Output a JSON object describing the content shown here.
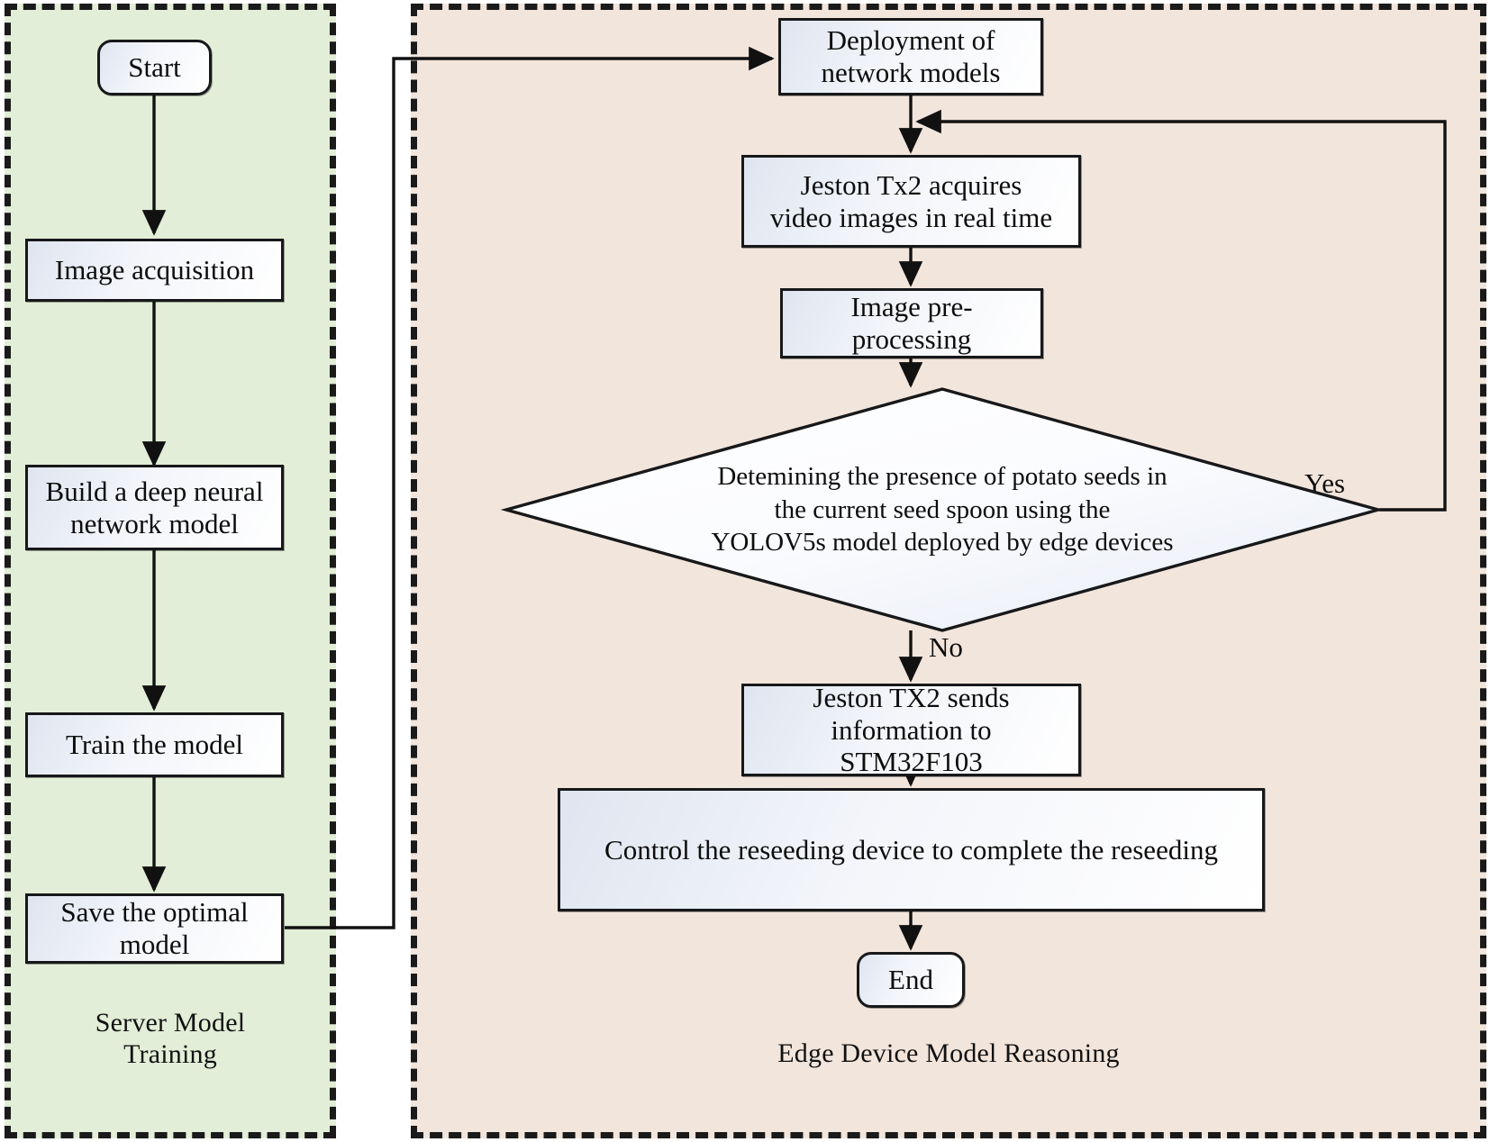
{
  "figure": {
    "type": "flowchart",
    "title": "Potato seed reseeding system workflow",
    "colors": {
      "server_panel_bg": "#e2eed7",
      "edge_panel_bg": "#f2e5dc",
      "node_fill": "#f5f7fb",
      "stroke": "#17181a"
    }
  },
  "server_panel": {
    "caption": "Server Model\nTraining",
    "nodes": {
      "start": "Start",
      "image_acquisition": "Image acquisition",
      "build_model": "Build a deep neural\nnetwork model",
      "train_model": "Train the model",
      "save_model": "Save the optimal\nmodel"
    }
  },
  "edge_panel": {
    "caption": "Edge Device Model Reasoning",
    "nodes": {
      "deployment": "Deployment of\nnetwork models",
      "acquire_video": "Jeston Tx2 acquires\nvideo images in real time",
      "preprocessing": "Image pre-\nprocessing",
      "decision": "Detemining the presence of potato seeds in\nthe current seed spoon using the\nYOLOV5s model deployed by edge devices",
      "send_info": "Jeston TX2 sends\ninformation to\nSTM32F103",
      "control_reseeding": "Control the reseeding device to complete the reseeding",
      "end": "End"
    },
    "branch_labels": {
      "yes": "Yes",
      "no": "No"
    }
  }
}
